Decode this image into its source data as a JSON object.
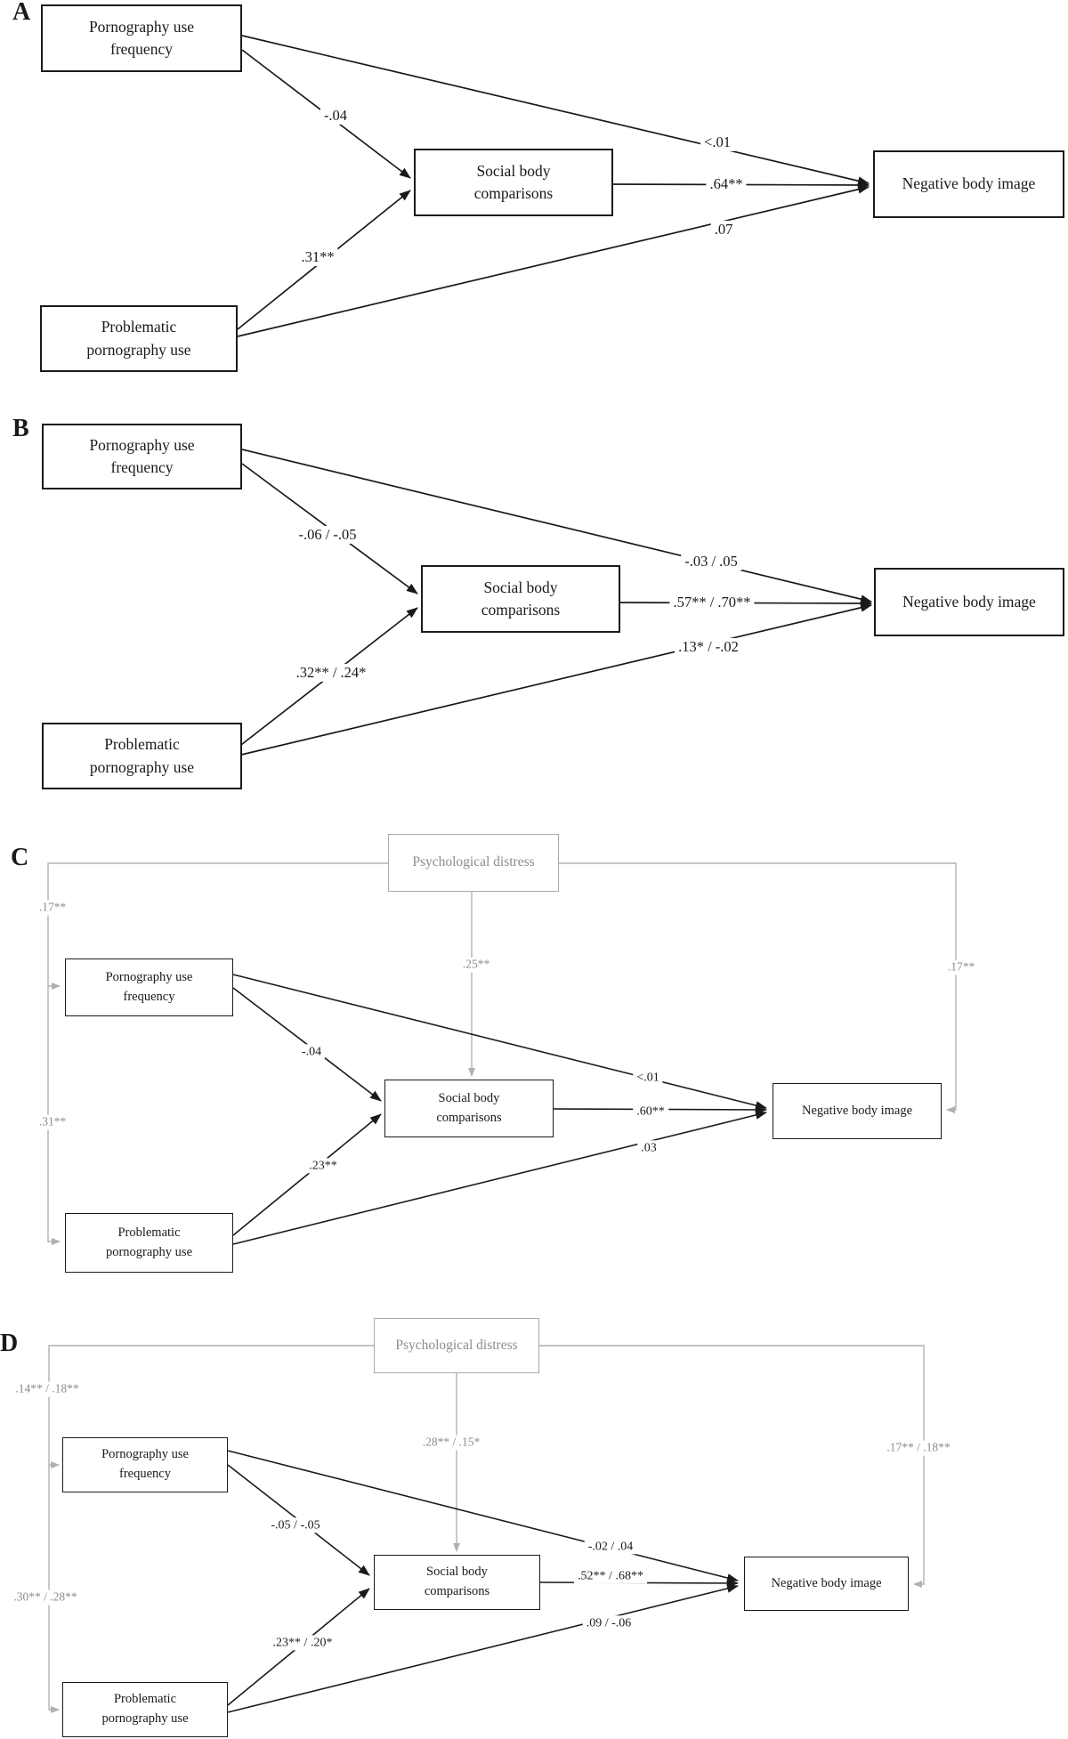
{
  "figure_type": "path-analysis structural equation model, four panels",
  "colors": {
    "line_black": "#1a1a1a",
    "line_gray": "#b0b0b0",
    "text_gray": "#8c8c8c"
  },
  "panels": [
    {
      "label": "A",
      "boxes": {
        "puf": "Pornography use\nfrequency",
        "sbc": "Social body\ncomparisons",
        "nbi": "Negative body image",
        "ppu": "Problematic\npornography use"
      },
      "coefficients": {
        "puf_sbc": "-.04",
        "ppu_sbc": ".31**",
        "puf_nbi": "<.01",
        "sbc_nbi": ".64**",
        "ppu_nbi": ".07"
      }
    },
    {
      "label": "B",
      "boxes": {
        "puf": "Pornography use\nfrequency",
        "sbc": "Social body\ncomparisons",
        "nbi": "Negative body image",
        "ppu": "Problematic\npornography use"
      },
      "coefficients": {
        "puf_sbc": "-.06 / -.05",
        "ppu_sbc": ".32** / .24*",
        "puf_nbi": "-.03 / .05",
        "sbc_nbi": ".57** / .70**",
        "ppu_nbi": ".13* / -.02"
      }
    },
    {
      "label": "C",
      "boxes": {
        "pd": "Psychological distress",
        "puf": "Pornography use\nfrequency",
        "sbc": "Social body\ncomparisons",
        "nbi": "Negative body image",
        "ppu": "Problematic\npornography use"
      },
      "coefficients": {
        "puf_sbc": "-.04",
        "ppu_sbc": ".23**",
        "puf_nbi": "<.01",
        "sbc_nbi": ".60**",
        "ppu_nbi": ".03",
        "pd_puf": ".17**",
        "pd_ppu": ".31**",
        "pd_sbc": ".25**",
        "pd_nbi": ".17**"
      }
    },
    {
      "label": "D",
      "boxes": {
        "pd": "Psychological distress",
        "puf": "Pornography use\nfrequency",
        "sbc": "Social body\ncomparisons",
        "nbi": "Negative body image",
        "ppu": "Problematic\npornography use"
      },
      "coefficients": {
        "puf_sbc": "-.05 / -.05",
        "ppu_sbc": ".23** / .20*",
        "puf_nbi": "-.02 / .04",
        "sbc_nbi": ".52** / .68**",
        "ppu_nbi": ".09 / -.06",
        "pd_puf": ".14** / .18**",
        "pd_ppu": ".30** / .28**",
        "pd_sbc": ".28** / .15*",
        "pd_nbi": ".17** / .18**"
      }
    }
  ]
}
